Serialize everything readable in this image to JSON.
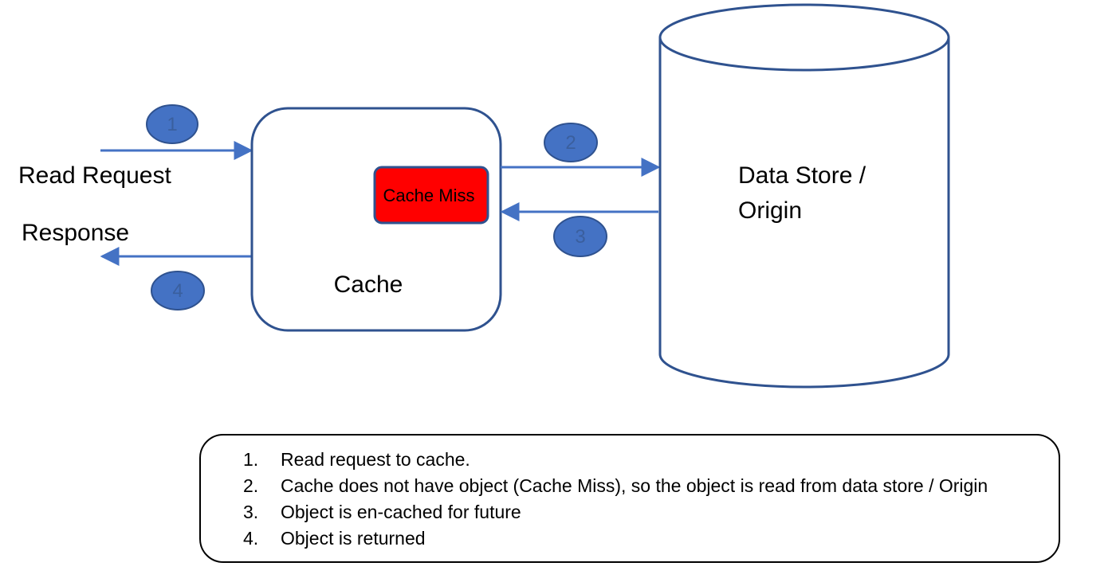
{
  "left_labels": {
    "read_request": "Read Request",
    "response": "Response"
  },
  "cache": {
    "label": "Cache",
    "miss_label": "Cache Miss",
    "miss_color": "#ff0000"
  },
  "data_store": {
    "line1": "Data Store /",
    "line2": "Origin"
  },
  "steps": {
    "badge_1": "1",
    "badge_2": "2",
    "badge_3": "3",
    "badge_4": "4"
  },
  "notes": [
    {
      "num": "1.",
      "text": "Read request to cache."
    },
    {
      "num": "2.",
      "text": "Cache does not have object (Cache Miss), so the object is read from data store / Origin"
    },
    {
      "num": "3.",
      "text": "Object is en-cached for future"
    },
    {
      "num": "4.",
      "text": "Object is returned"
    }
  ],
  "colors": {
    "accent": "#4472c4",
    "badge_fill": "#4472c4",
    "badge_stroke": "#2f528f",
    "shape_stroke": "#2f528f"
  }
}
